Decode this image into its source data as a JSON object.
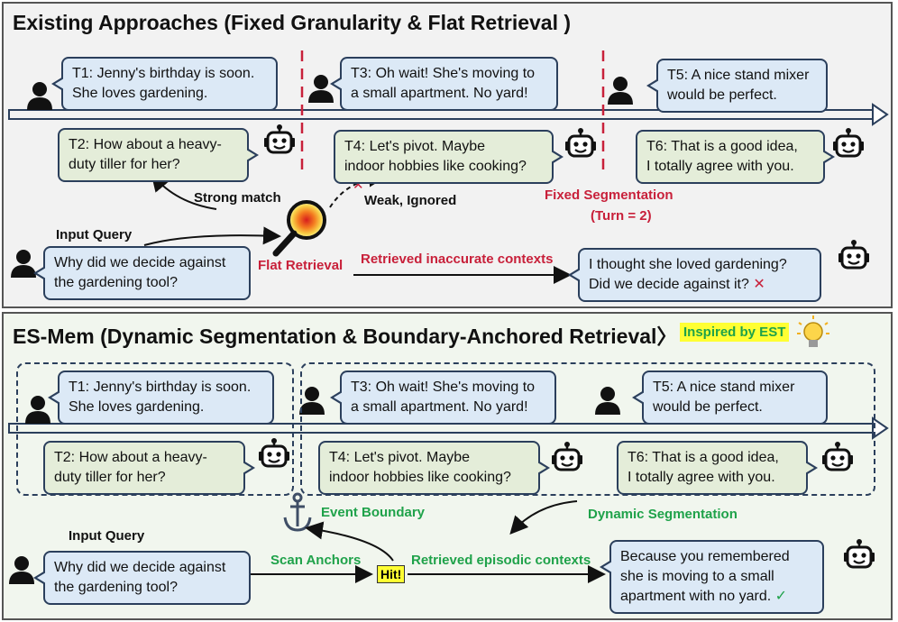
{
  "top": {
    "title": "Existing Approaches (Fixed Granularity & Flat Retrieval )",
    "t1": [
      "T1: Jenny's birthday is soon.",
      "She loves gardening."
    ],
    "t2": [
      "T2: How about a heavy-",
      "duty tiller for her?"
    ],
    "t3": [
      "T3: Oh wait! She's moving to",
      "a small apartment. No yard!"
    ],
    "t4": [
      "T4: Let's pivot. Maybe",
      "indoor hobbies like cooking?"
    ],
    "t5": [
      "T5: A nice stand mixer",
      "would be perfect."
    ],
    "t6": [
      "T6: That is a good idea,",
      "I totally agree with you."
    ],
    "strong_match": "Strong match",
    "weak_ignored": "Weak, Ignored",
    "fixed_segmentation": "Fixed Segmentation",
    "turn": "(Turn = 2)",
    "input_query_label": "Input Query",
    "query": [
      "Why did we decide against",
      "the gardening tool?"
    ],
    "flat_retrieval": "Flat Retrieval",
    "retrieved_inaccurate": "Retrieved inaccurate contexts",
    "answer": [
      "I thought she loved gardening?",
      "Did we decide against it?"
    ],
    "cross_mark": "✕"
  },
  "bottom": {
    "title": "ES-Mem (Dynamic Segmentation & Boundary-Anchored Retrieval〉",
    "inspired": "Inspired by EST",
    "t1": [
      "T1: Jenny's birthday is soon.",
      "She loves gardening."
    ],
    "t2": [
      "T2: How about a heavy-",
      "duty tiller for her?"
    ],
    "t3": [
      "T3: Oh wait! She's moving to",
      "a small apartment. No yard!"
    ],
    "t4": [
      "T4: Let's pivot. Maybe",
      "indoor hobbies like cooking?"
    ],
    "t5": [
      "T5: A nice stand mixer",
      "would be perfect."
    ],
    "t6": [
      "T6: That is a good idea,",
      "I totally agree with you."
    ],
    "event_boundary": "Event Boundary",
    "dynamic_segmentation": "Dynamic Segmentation",
    "input_query_label": "Input Query",
    "query": [
      "Why did we decide against",
      "the gardening tool?"
    ],
    "scan_anchors": "Scan Anchors",
    "hit": "Hit!",
    "retrieved_episodic": "Retrieved episodic contexts",
    "answer": [
      "Because you remembered",
      "she is moving to a small",
      "apartment with no yard."
    ],
    "check_mark": "✓"
  },
  "colors": {
    "red": "#c8203a",
    "green": "#1fa24a",
    "navy": "#2b3f5c",
    "user_bubble": "#dce9f6",
    "bot_bubble": "#e4edd9",
    "highlight": "#ffff33"
  },
  "icons": [
    "user-icon",
    "robot-icon",
    "magnifier-icon",
    "anchor-icon",
    "lightbulb-icon"
  ]
}
